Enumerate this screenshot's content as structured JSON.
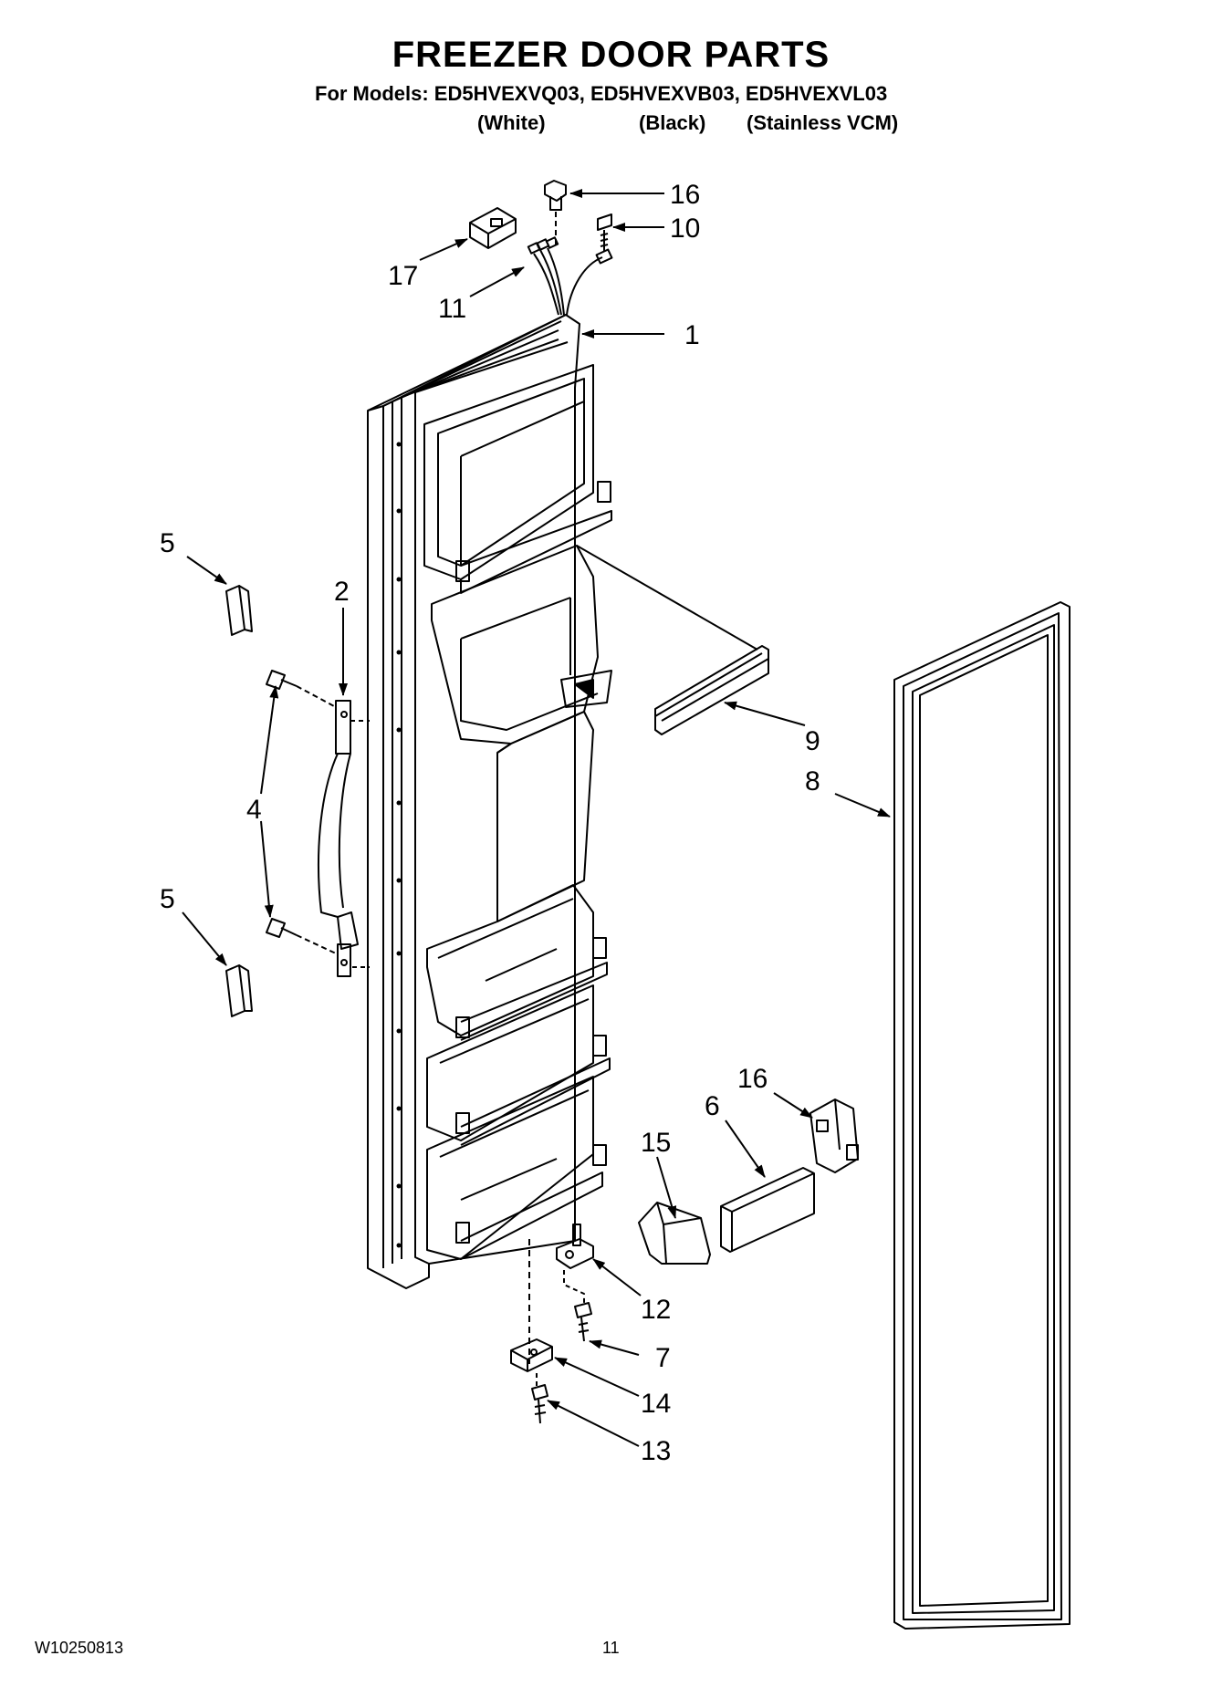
{
  "page": {
    "title": "FREEZER DOOR PARTS",
    "models_line": "For Models: ED5HVEXVQ03, ED5HVEXVB03, ED5HVEXVL03",
    "variants": [
      "(White)",
      "(Black)",
      "(Stainless VCM)"
    ],
    "doc_number": "W10250813",
    "page_number": "11"
  },
  "callouts": [
    "16",
    "10",
    "17",
    "11",
    "1",
    "5",
    "2",
    "9",
    "8",
    "4",
    "5",
    "16",
    "6",
    "15",
    "12",
    "7",
    "14",
    "13"
  ]
}
